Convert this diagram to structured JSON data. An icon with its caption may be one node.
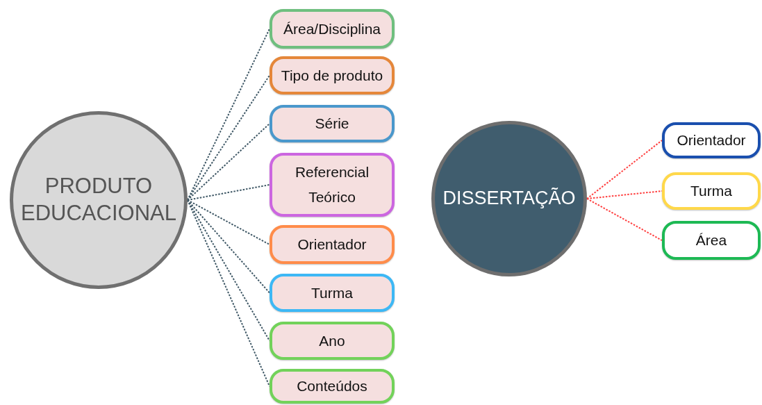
{
  "diagram": {
    "nodes": [
      {
        "text": [
          "PRODUTO EDUCACIONAL"
        ]
      },
      {
        "text": [
          "Área/Disciplina"
        ]
      },
      {
        "text": [
          "Tipo de produto"
        ]
      },
      {
        "text": [
          "Série"
        ]
      },
      {
        "text": [
          "Referencial Teórico"
        ]
      },
      {
        "text": [
          "Orientador"
        ]
      },
      {
        "text": [
          "Turma"
        ]
      },
      {
        "text": [
          "Ano"
        ]
      },
      {
        "text": [
          "Conteúdos"
        ]
      },
      {
        "text": [
          "DISSERTAÇÃO"
        ]
      },
      {
        "text": [
          "Orientador"
        ]
      },
      {
        "text": [
          "Turma"
        ]
      },
      {
        "text": [
          "Área"
        ]
      }
    ],
    "edges": [
      {
        "from": 0,
        "to": 1,
        "arrow": "none",
        "style": "dashed"
      },
      {
        "from": 0,
        "to": 2,
        "arrow": "none",
        "style": "dashed"
      },
      {
        "from": 0,
        "to": 3,
        "arrow": "none",
        "style": "dashed"
      },
      {
        "from": 0,
        "to": 4,
        "arrow": "none",
        "style": "dashed"
      },
      {
        "from": 0,
        "to": 5,
        "arrow": "none",
        "style": "dashed"
      },
      {
        "from": 0,
        "to": 6,
        "arrow": "none",
        "style": "dashed"
      },
      {
        "from": 0,
        "to": 7,
        "arrow": "none",
        "style": "dashed"
      },
      {
        "from": 0,
        "to": 8,
        "arrow": "none",
        "style": "dashed"
      },
      {
        "from": 9,
        "to": 10,
        "arrow": "none",
        "style": "dashed",
        "color": "#ff4040"
      },
      {
        "from": 9,
        "to": 11,
        "arrow": "none",
        "style": "dashed",
        "color": "#ff4040"
      },
      {
        "from": 9,
        "to": 12,
        "arrow": "none",
        "style": "dashed",
        "color": "#ff4040"
      }
    ]
  }
}
